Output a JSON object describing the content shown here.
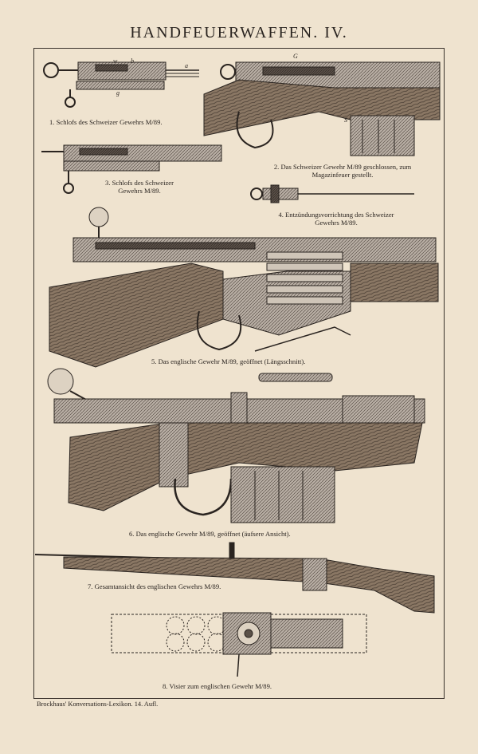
{
  "title": "HANDFEUERWAFFEN. IV.",
  "figures": [
    {
      "caption": "1. Schlofs des Schweizer Gewehrs M/89."
    },
    {
      "caption_line1": "2. Das Schweizer Gewehr M/89 geschlossen, zum",
      "caption_line2": "Magazinfeuer gestellt."
    },
    {
      "caption_line1": "3. Schlofs des Schweizer",
      "caption_line2": "Gewehrs M/89."
    },
    {
      "caption_line1": "4. Entzündungsvorrichtung des Schweizer",
      "caption_line2": "Gewehrs M/89."
    },
    {
      "caption": "5. Das englische Gewehr M/89, geöffnet (Längsschnitt)."
    },
    {
      "caption": "6. Das englische Gewehr M/89, geöffnet (äufsere Ansicht)."
    },
    {
      "caption": "7. Gesamtansicht des englischen Gewehrs M/89."
    },
    {
      "caption": "8. Visier zum englischen Gewehr M/89."
    }
  ],
  "letters": {
    "w": "w",
    "b": "b",
    "a": "a",
    "g": "g",
    "G": "G",
    "S": "S"
  },
  "footer": "Brockhaus' Konversations-Lexikon.  14. Aufl.",
  "colors": {
    "paper": "#efe3cf",
    "ink": "#2a2420",
    "wood": "#7d6a58",
    "metal": "#9a9088"
  }
}
